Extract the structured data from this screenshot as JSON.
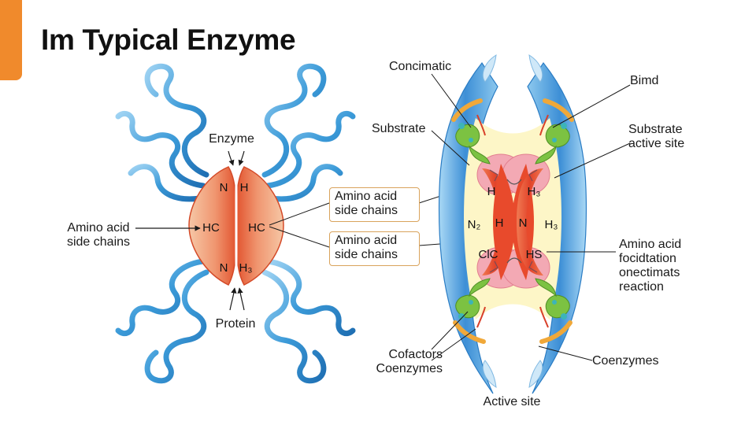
{
  "title": "Im Typical Enzyme",
  "colors": {
    "accent": "#f08a2c",
    "ribbon": "#4aa3dc",
    "core_red": "#e45a37",
    "core_light": "#f7c4a1",
    "active_pink": "#f3a9b4",
    "substrate_green": "#7cc242",
    "site_yellow": "#fdf6c7",
    "orange_stick": "#f0a839"
  },
  "left_diagram": {
    "label_top": "Enzyme",
    "label_bottom": "Protein",
    "label_left": "Amino acid\nside chains",
    "core": {
      "left_top": "N",
      "right_top": "H",
      "left_mid": "HC",
      "right_mid": "HC",
      "left_bottom": "N",
      "right_bottom": "H₃"
    }
  },
  "callout_boxes": [
    "Amino acid\nside chains",
    "Amino acid\nside chains"
  ],
  "right_diagram": {
    "labels": {
      "concimatic": "Concimatic",
      "substrate": "Substrate",
      "bimd": "Bimd",
      "substrate_active_site": "Substrate\nactive site",
      "amino_reaction": "Amino acid\nfocidtation\nonectimats\nreaction",
      "cofactors": "Cofactors\nCoenzymes",
      "coenzymes": "Coenzymes",
      "active_site": "Active site"
    },
    "core": {
      "top_left": "H",
      "top_right": "H₃",
      "mid_far_left": "N₂",
      "mid_left": "H",
      "mid_right": "N",
      "mid_far_right": "H₃",
      "low_left": "ClC",
      "low_right": "HS"
    }
  }
}
